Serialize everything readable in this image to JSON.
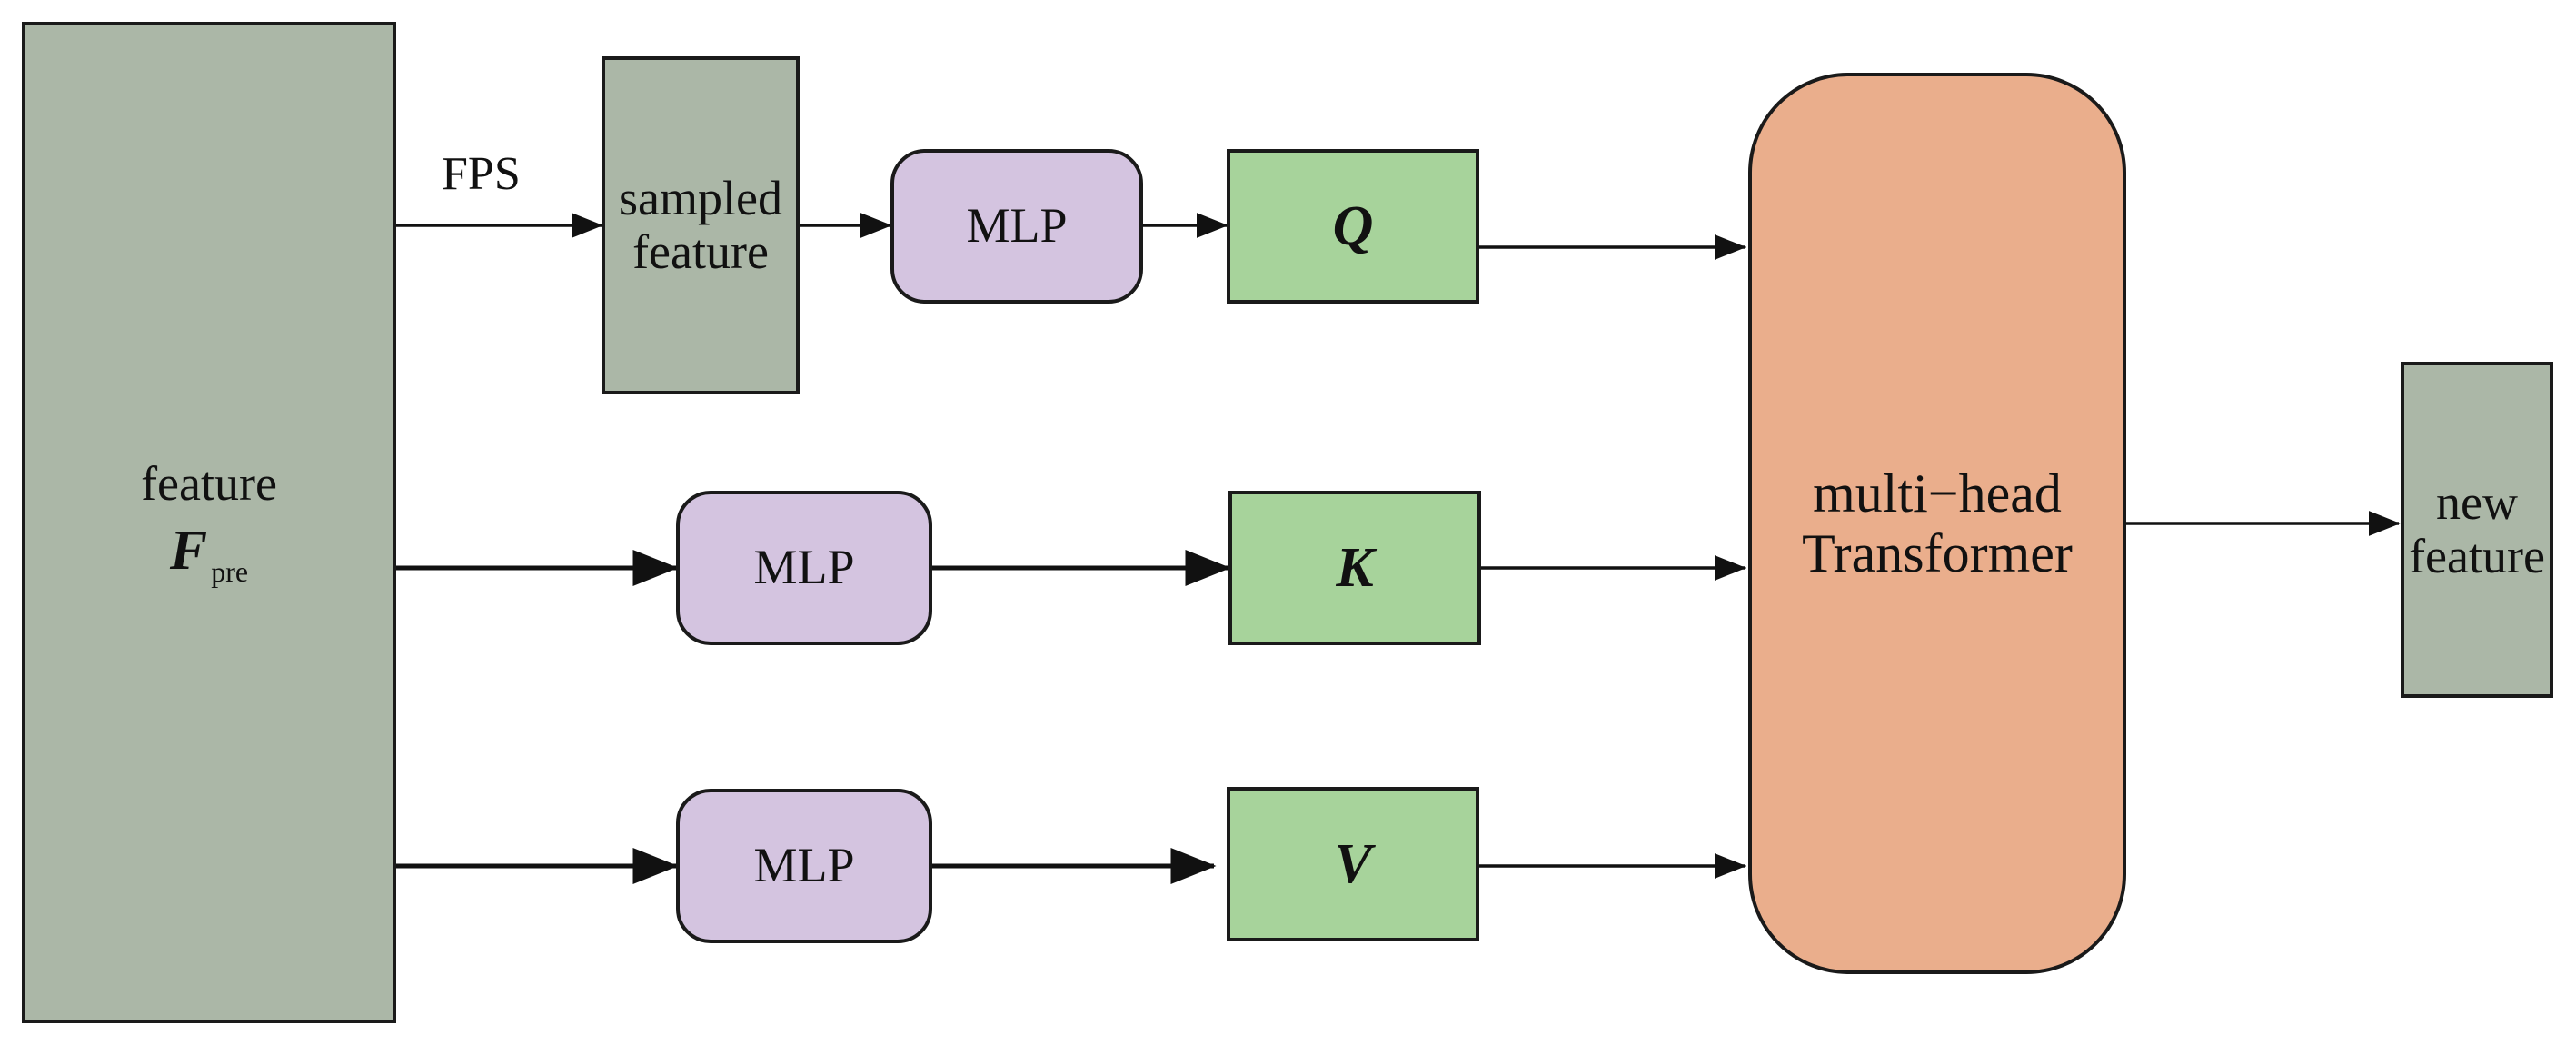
{
  "nodes": {
    "input_feature": {
      "line1": "feature",
      "symbol": "F",
      "subscript": "pre"
    },
    "sampled_feature": {
      "line1": "sampled",
      "line2": "feature"
    },
    "mlp_q": {
      "label": "MLP"
    },
    "mlp_k": {
      "label": "MLP"
    },
    "mlp_v": {
      "label": "MLP"
    },
    "q": {
      "label": "Q"
    },
    "k": {
      "label": "K"
    },
    "v": {
      "label": "V"
    },
    "transformer": {
      "line1": "multi−head",
      "line2": "Transformer"
    },
    "output_feature": {
      "line1": "new",
      "line2": "feature"
    }
  },
  "edge_labels": {
    "fps": "FPS"
  },
  "edges": [
    {
      "from": "input_feature",
      "to": "sampled_feature",
      "label": "FPS"
    },
    {
      "from": "sampled_feature",
      "to": "mlp_q"
    },
    {
      "from": "mlp_q",
      "to": "q"
    },
    {
      "from": "q",
      "to": "transformer"
    },
    {
      "from": "input_feature",
      "to": "mlp_k"
    },
    {
      "from": "mlp_k",
      "to": "k"
    },
    {
      "from": "k",
      "to": "transformer"
    },
    {
      "from": "input_feature",
      "to": "mlp_v"
    },
    {
      "from": "mlp_v",
      "to": "v"
    },
    {
      "from": "v",
      "to": "transformer"
    },
    {
      "from": "transformer",
      "to": "output_feature"
    }
  ],
  "colors": {
    "feature_block": "#abb7a7",
    "mlp_block": "#d4c4e0",
    "qkv_block": "#a7d39b",
    "transformer_block": "#eaae8c",
    "stroke": "#1a1a1a"
  }
}
